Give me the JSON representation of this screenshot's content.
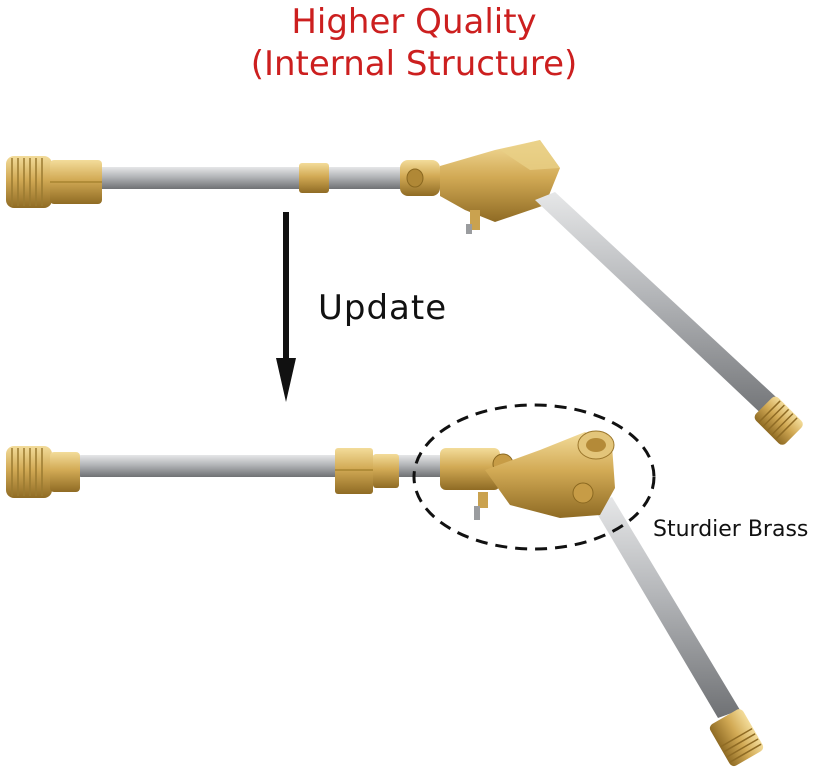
{
  "heading": {
    "line1": "Higher Quality",
    "line2": "(Internal Structure)"
  },
  "labels": {
    "update": "Update",
    "sturdier_brass": "Sturdier Brass"
  },
  "colors": {
    "title_red": "#cc1f1f",
    "brass": "#c9a24a",
    "steel": "#a8aaad",
    "text": "#111111"
  }
}
